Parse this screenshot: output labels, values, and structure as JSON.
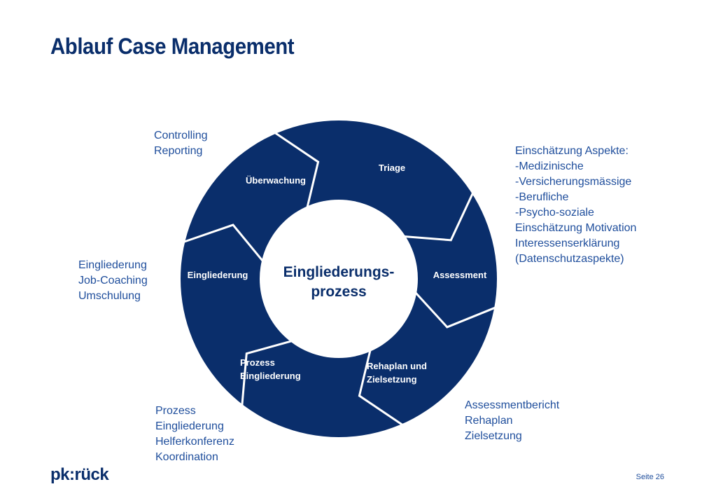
{
  "title": "Ablauf Case Management",
  "diagram": {
    "center_line1": "Eingliederungs-",
    "center_line2": "prozess",
    "segments": [
      {
        "lines": [
          "Triage"
        ]
      },
      {
        "lines": [
          "Assessment"
        ]
      },
      {
        "lines": [
          "Rehaplan und",
          "Zielsetzung"
        ]
      },
      {
        "lines": [
          "Prozess",
          "Eingliederung"
        ]
      },
      {
        "lines": [
          "Eingliederung"
        ]
      },
      {
        "lines": [
          "Überwachung"
        ]
      }
    ],
    "colors": {
      "segment_fill": "#0a2e6b",
      "separator": "#ffffff",
      "center_fill": "#ffffff"
    }
  },
  "notes": {
    "controlling": [
      "Controlling",
      "Reporting"
    ],
    "assessment": [
      "Einschätzung Aspekte:",
      "-Medizinische",
      "-Versicherungsmässige",
      "-Berufliche",
      "-Psycho-soziale",
      "Einschätzung Motivation",
      "Interessenserklärung",
      "(Datenschutzaspekte)"
    ],
    "eingliederung": [
      "Eingliederung",
      "Job-Coaching",
      "Umschulung"
    ],
    "rehaplan": [
      "Assessmentbericht",
      "Rehaplan",
      "Zielsetzung"
    ],
    "prozess": [
      "Prozess",
      "Eingliederung",
      "Helferkonferenz",
      "Koordination"
    ]
  },
  "footer": {
    "logo": "pk:rück",
    "page": "Seite 26"
  }
}
